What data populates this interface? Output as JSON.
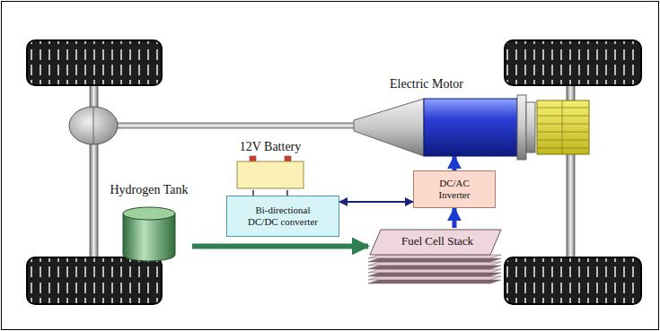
{
  "diagram": {
    "nodes": [
      {
        "text": [
          "Electric Motor"
        ]
      },
      {
        "text": [
          "12V Battery"
        ]
      },
      {
        "text": [
          "DC/AC Inverter"
        ]
      },
      {
        "text": [
          "Bi-directional DC/DC converter"
        ]
      },
      {
        "text": [
          "Hydrogen Tank"
        ]
      },
      {
        "text": [
          "Fuel Cell Stack"
        ]
      }
    ],
    "edges": [
      {
        "from": 4,
        "to": 5,
        "arrow": "to"
      },
      {
        "from": 5,
        "to": 2,
        "arrow": "to"
      },
      {
        "from": 2,
        "to": 0,
        "arrow": "to"
      },
      {
        "from": 3,
        "to": 2,
        "arrow": "both"
      },
      {
        "from": 1,
        "to": 3,
        "arrow": "none"
      }
    ]
  }
}
